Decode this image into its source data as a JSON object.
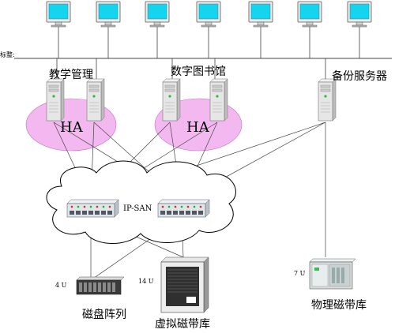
{
  "labels": {
    "network": "标整:",
    "teaching": "教学管理",
    "library": "数字图书馆",
    "backup": "备份服务器",
    "ha1": "HA",
    "ha2": "HA",
    "ipsan": "IP-SAN",
    "disk_units": "4 U",
    "vtape_units": "14 U",
    "ptape_units": "7 U",
    "disk": "磁盘阵列",
    "vtape": "虚拟磁带库",
    "ptape": "物理磁带库"
  },
  "colors": {
    "ha_fill": "#f4b8f0",
    "cloud_stroke": "#000000",
    "line": "#333333",
    "monitor_screen": "#15d4ee",
    "server_body": "#e6e6e6",
    "switch_body": "#dfe6ea"
  },
  "icons": {
    "client": "monitor-icon",
    "server": "tower-server-icon",
    "switch": "network-switch-icon",
    "disk": "disk-array-icon",
    "vtape": "virtual-tape-library-icon",
    "ptape": "physical-tape-library-icon"
  }
}
